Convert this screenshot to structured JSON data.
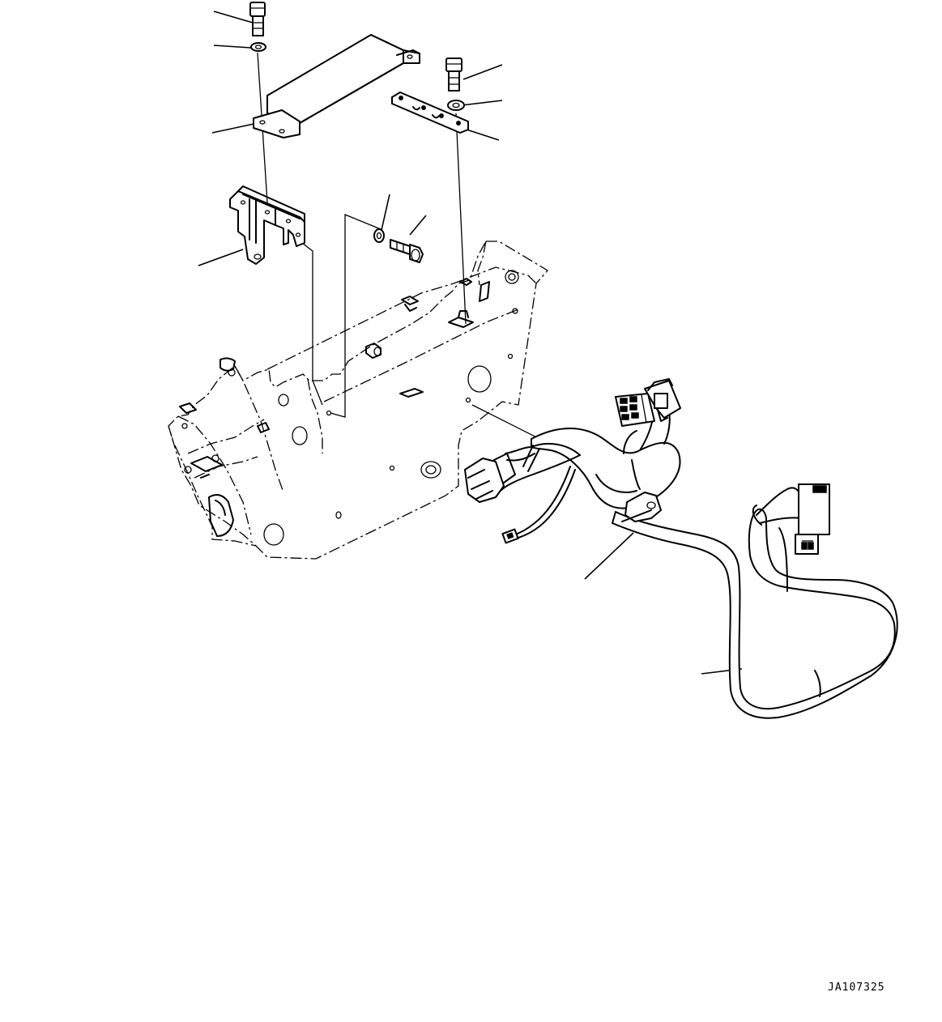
{
  "figure": {
    "id_label": "JA107325"
  },
  "parts": [
    {
      "name": "bolt-upper-left",
      "callout": ""
    },
    {
      "name": "washer-upper-left",
      "callout": ""
    },
    {
      "name": "upper-bracket",
      "callout": ""
    },
    {
      "name": "bolt-upper-right",
      "callout": ""
    },
    {
      "name": "washer-upper-right",
      "callout": ""
    },
    {
      "name": "clip-plate",
      "callout": ""
    },
    {
      "name": "mounting-bracket",
      "callout": ""
    },
    {
      "name": "washer-center",
      "callout": ""
    },
    {
      "name": "bolt-center",
      "callout": ""
    },
    {
      "name": "wiring-harness-clamp",
      "callout": ""
    },
    {
      "name": "wiring-harness",
      "callout": ""
    }
  ]
}
